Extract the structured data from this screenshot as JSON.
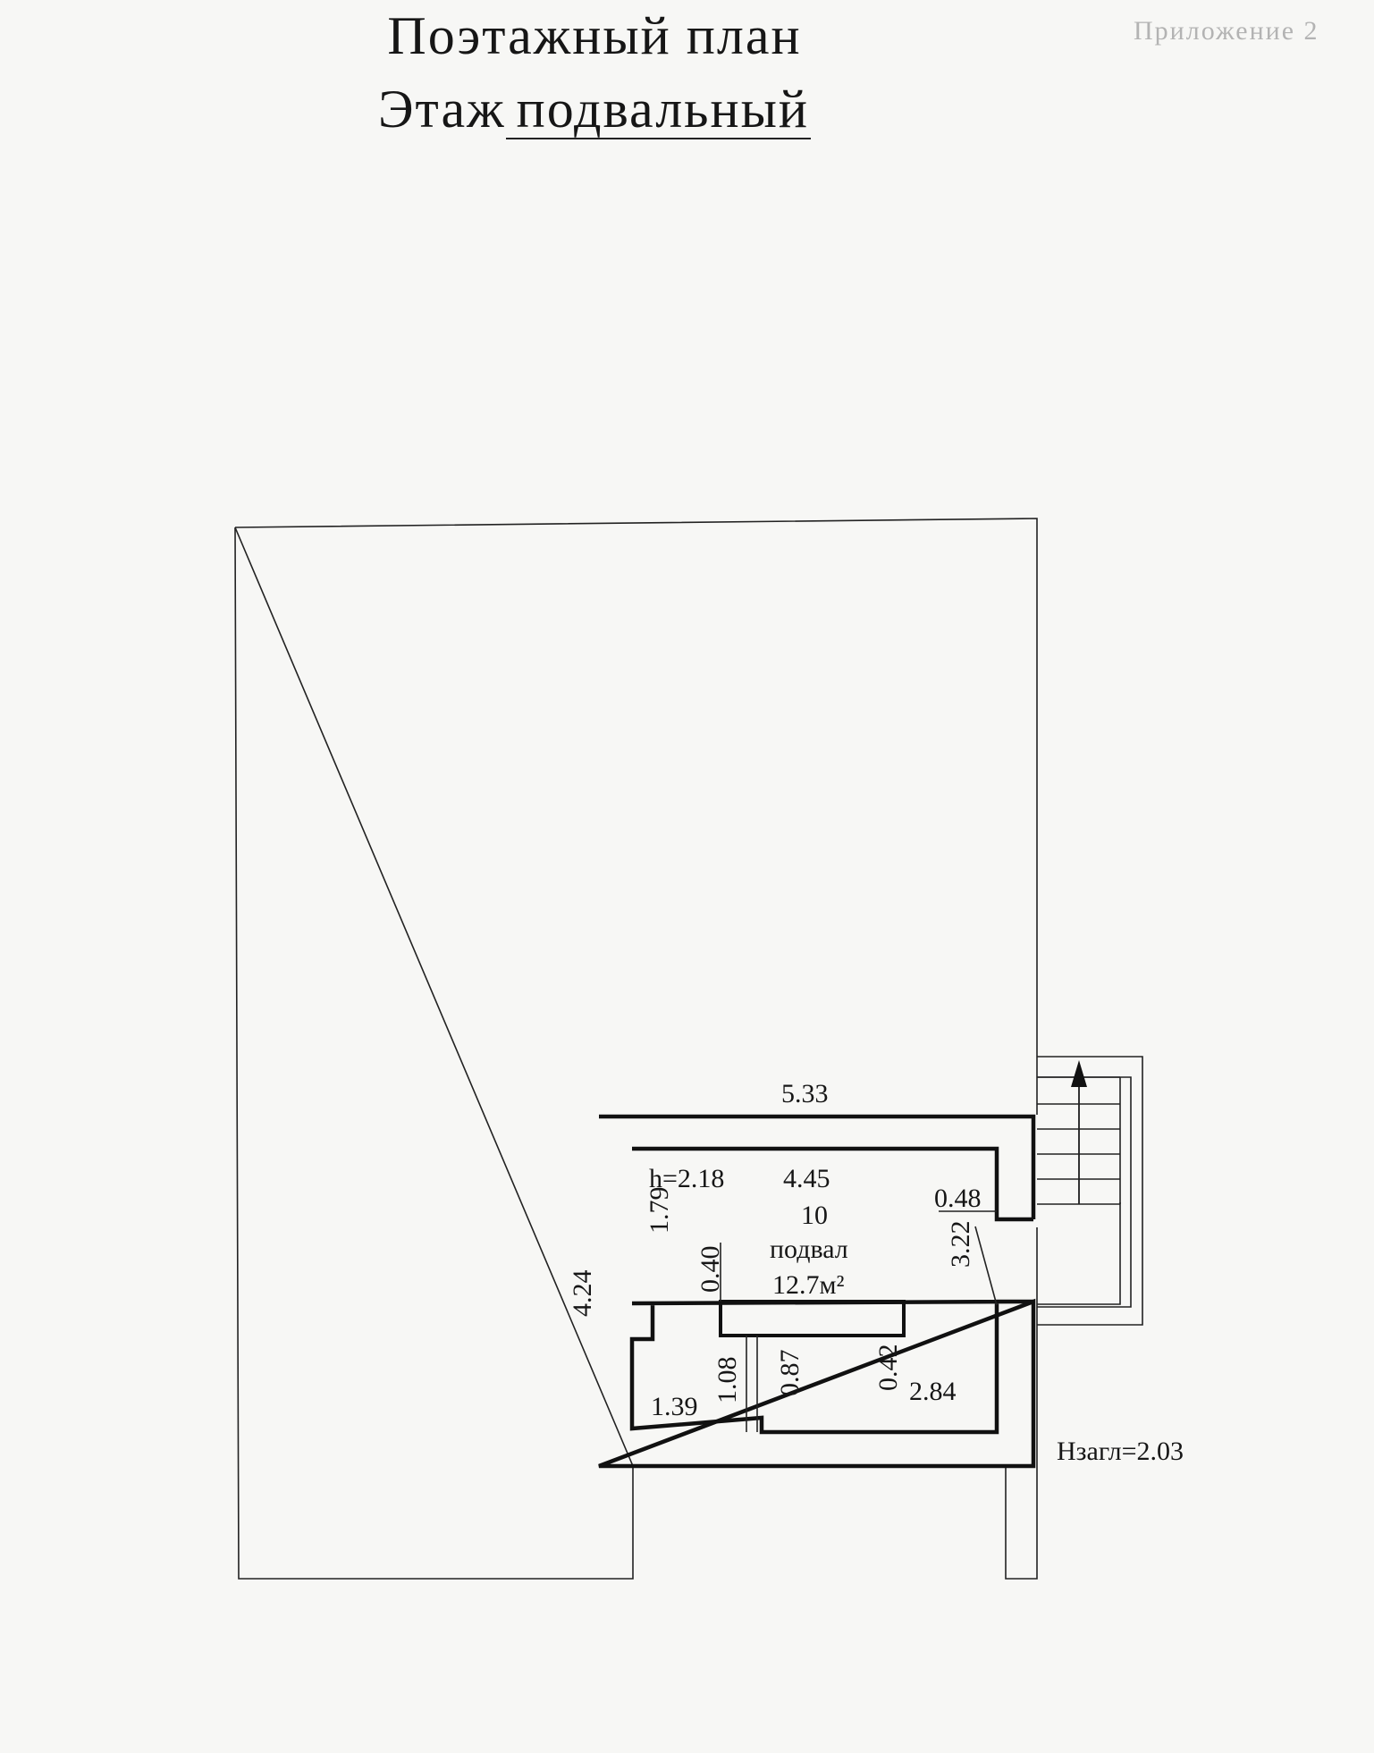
{
  "title": "Поэтажный план",
  "floor_label": "Этаж",
  "floor_name": "подвальный",
  "appendix": "Приложение 2",
  "room": {
    "height": "h=2.18",
    "number": "10",
    "name": "подвал",
    "area": "12.7м²"
  },
  "dimensions": {
    "top_outer": "5.33",
    "top_inner": "4.45",
    "left_outer": "4.24",
    "left_upper": "1.79",
    "pillar_gap": "0.40",
    "door_jamb": "0.48",
    "right_inner": "3.22",
    "niche_depth": "1.08",
    "niche_width": "0.87",
    "ledge": "0.42",
    "bottom_left": "1.39",
    "bottom_right": "2.84"
  },
  "depth_label": "Hзагл=2.03"
}
